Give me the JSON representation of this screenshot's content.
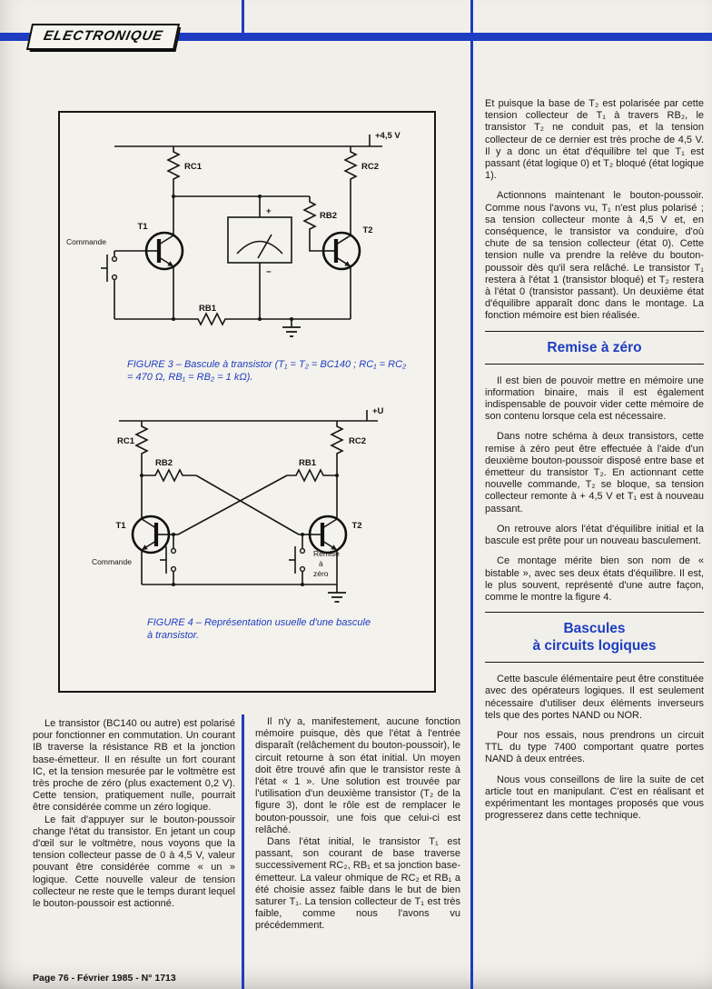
{
  "brand": {
    "name": "ELECTRONIQUE"
  },
  "figure3": {
    "caption": "FIGURE 3 – Bascule à transistor (T₁ = T₂ = BC140 ; RC₁ = RC₂ = 470 Ω, RB₁ = RB₂ = 1 kΩ).",
    "labels": {
      "vcc": "+4,5 V",
      "rc1": "RC1",
      "rc2": "RC2",
      "rb1": "RB1",
      "rb2": "RB2",
      "t1": "T1",
      "t2": "T2",
      "commande": "Commande",
      "plus": "+",
      "minus": "−"
    }
  },
  "figure4": {
    "caption": "FIGURE 4 – Représentation usuelle d'une bascule à transistor.",
    "labels": {
      "vcc": "+U",
      "rc1": "RC1",
      "rc2": "RC2",
      "rb1": "RB1",
      "rb2": "RB2",
      "t1": "T1",
      "t2": "T2",
      "commande": "Commande",
      "raz1": "Remise",
      "raz2": "à",
      "raz3": "zéro"
    }
  },
  "col_left": {
    "paragraphs": [
      "Le transistor (BC140 ou autre) est polarisé pour fonctionner en commutation. Un courant IB traverse la résistance RB et la jonction base-émetteur. Il en résulte un fort courant IC, et la tension mesurée par le voltmètre est très proche de zéro (plus exactement 0,2 V). Cette tension, pratiquement nulle, pourrait être considérée comme un zéro logique.",
      "Le fait d'appuyer sur le bouton-poussoir change l'état du transistor. En jetant un coup d'œil sur le voltmètre, nous voyons que la tension collecteur passe de 0 à 4,5 V, valeur pouvant être considérée comme « un » logique. Cette nouvelle valeur de tension collecteur ne reste que le temps durant lequel le bouton-poussoir est actionné."
    ]
  },
  "col_mid": {
    "paragraphs": [
      "Il n'y a, manifestement, aucune fonction mémoire puisque, dès que l'état à l'entrée disparaît (relâchement du bouton-poussoir), le circuit retourne à son état initial. Un moyen doit être trouvé afin que le transistor reste à l'état « 1 ». Une solution est trouvée par l'utilisation d'un deuxième transistor (T₂ de la figure 3), dont le rôle est de remplacer le bouton-poussoir, une fois que celui-ci est relâché.",
      "Dans l'état initial, le transistor T₁ est passant, son courant de base traverse successivement RC₂, RB₁ et sa jonction base-émetteur. La valeur ohmique de RC₂ et RB₁ a été choisie assez faible dans le but de bien saturer T₁. La tension collecteur de T₁ est très faible, comme nous l'avons vu précédemment."
    ]
  },
  "col_right": {
    "p1": "Et puisque la base de T₂ est polarisée par cette tension collecteur de T₁ à travers RB₂, le transistor T₂ ne conduit pas, et la tension collecteur de ce dernier est très proche de 4,5 V. Il y a donc un état d'équilibre tel que T₁ est passant (état logique 0) et T₂ bloqué (état logique 1).",
    "p2": "Actionnons maintenant le bouton-poussoir. Comme nous l'avons vu, T₁ n'est plus polarisé ; sa tension collecteur monte à 4,5 V et, en conséquence, le transistor va conduire, d'où chute de sa tension collecteur (état 0). Cette tension nulle va prendre la relève du bouton-poussoir dès qu'il sera relâché. Le transistor T₁ restera à l'état 1 (transistor bloqué) et T₂ restera à l'état 0 (transistor passant). Un deuxième état d'équilibre apparaît donc dans le montage. La fonction mémoire est bien réalisée.",
    "h1": "Remise à zéro",
    "p3": "Il est bien de pouvoir mettre en mémoire une information binaire, mais il est également indispensable de pouvoir vider cette mémoire de son contenu lorsque cela est nécessaire.",
    "p4": "Dans notre schéma à deux transistors, cette remise à zéro peut être effectuée à l'aide d'un deuxième bouton-poussoir disposé entre base et émetteur du transistor T₂. En actionnant cette nouvelle commande, T₂ se bloque, sa tension collecteur remonte à + 4,5 V et T₁ est à nouveau passant.",
    "p5": "On retrouve alors l'état d'équilibre initial et la bascule est prête pour un nouveau basculement.",
    "p6": "Ce montage mérite bien son nom de « bistable », avec ses deux états d'équilibre. Il est, le plus souvent, représenté d'une autre façon, comme le montre la figure 4.",
    "h2_line1": "Bascules",
    "h2_line2": "à circuits logiques",
    "p7": "Cette bascule élémentaire peut être constituée avec des opérateurs logiques. Il est seulement nécessaire d'utiliser deux éléments inverseurs tels que des portes NAND ou NOR.",
    "p8": "Pour nos essais, nous prendrons un circuit TTL du type 7400 comportant quatre portes NAND à deux entrées.",
    "p9": "Nous vous conseillons de lire la suite de cet article tout en manipulant. C'est en réalisant et expérimentant les montages proposés que vous progresserez dans cette technique."
  },
  "footer": {
    "text": "Page 76 - Février 1985 - N° 1713"
  }
}
